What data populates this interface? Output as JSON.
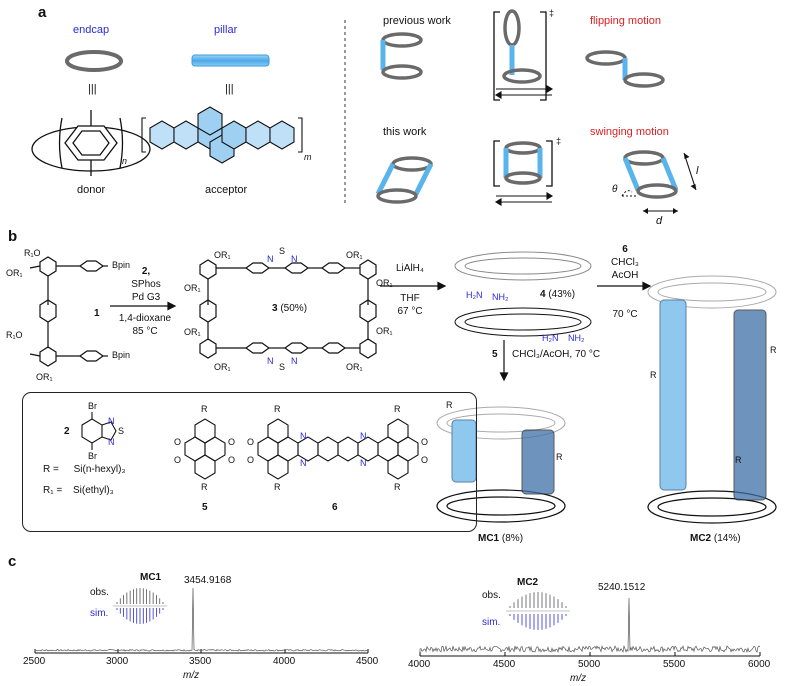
{
  "panel_a": {
    "label": "a",
    "endcap_title": "endcap",
    "pillar_title": "pillar",
    "equiv": "|||",
    "ring_subscript": "n",
    "acceptor_subscript": "m",
    "donor_label": "donor",
    "acceptor_label": "acceptor",
    "previous_work": "previous work",
    "this_work": "this work",
    "dagger": "‡",
    "flipping": "flipping motion",
    "swinging": "swinging motion",
    "theta": "θ",
    "l_symbol": "l",
    "d_symbol": "d"
  },
  "panel_b": {
    "label": "b",
    "compound1_number": "1",
    "compound1_subs": [
      "R₁O",
      "OR₁",
      "R₁O",
      "OR₁"
    ],
    "bpin": "Bpin",
    "step1_reagents": [
      "2,",
      "SPhos",
      "Pd G3"
    ],
    "step1_conditions": [
      "1,4-dioxane",
      "85 °C"
    ],
    "compound3_number": "3",
    "compound3_yield": "(50%)",
    "compound3_subs": [
      "OR₁",
      "OR₁",
      "OR₁",
      "OR₁",
      "OR₁",
      "OR₁",
      "OR₁",
      "OR₁"
    ],
    "thiadiazole": [
      "N",
      "S",
      "N"
    ],
    "step2_reagents": [
      "LiAlH₄"
    ],
    "step2_conditions": [
      "THF",
      "67 °C"
    ],
    "compound4_number": "4",
    "compound4_yield": "(43%)",
    "nh2": "NH₂",
    "h2n": "H₂N",
    "step3_reagents": [
      "6",
      "CHCl₃",
      "AcOH"
    ],
    "step3_conditions": [
      "70 °C"
    ],
    "step4_reagent_num": "5",
    "step4_conditions": "CHCl₃/AcOH, 70 °C",
    "mc1_name": "MC1",
    "mc1_yield": "(8%)",
    "mc2_name": "MC2",
    "mc2_yield": "(14%)",
    "legend": {
      "compound2": "2",
      "compound5": "5",
      "compound6": "6",
      "br": "Br",
      "s": "S",
      "n": "N",
      "o": "O",
      "r": "R",
      "r_def_lhs": "R =",
      "r_def_rhs": "Si(n-hexyl)₃",
      "r1_def_lhs": "R₁ =",
      "r1_def_rhs": "Si(ethyl)₃"
    }
  },
  "panel_c": {
    "label": "c",
    "ms1": {
      "title": "MC1",
      "peak": "3454.9168",
      "obs": "obs.",
      "sim": "sim.",
      "xticks": [
        "2500",
        "3000",
        "3500",
        "4000",
        "4500"
      ],
      "xlabel": "m/z"
    },
    "ms2": {
      "title": "MC2",
      "peak": "5240.1512",
      "obs": "obs.",
      "sim": "sim.",
      "xticks": [
        "4000",
        "4500",
        "5000",
        "5500",
        "6000"
      ],
      "xlabel": "m/z"
    }
  },
  "colors": {
    "ring": "#6a6a6a",
    "pillar": "#5ab4ec",
    "highlight": "#8ec8ee",
    "nitrogen": "#2a2ad8",
    "red": "#e02020"
  }
}
